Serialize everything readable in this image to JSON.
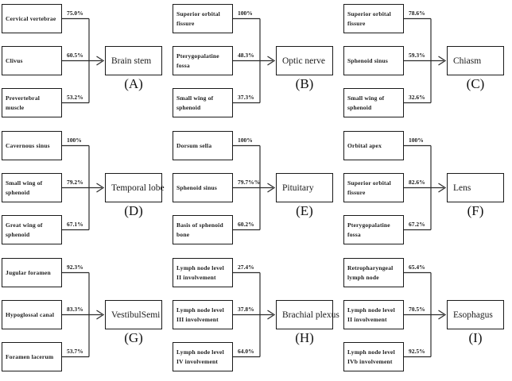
{
  "figure": {
    "description": "Nine three-to-one mapping flow panels, each linking anatomical source structures (with percentages) to a target organ-at-risk",
    "letters": [
      "(A)",
      "(B)",
      "(C)",
      "(D)",
      "(E)",
      "(F)",
      "(G)",
      "(H)",
      "(I)"
    ]
  },
  "colors": {
    "background": "#ffffff",
    "box_border": "#1a1a1a",
    "line": "#2b2b2b",
    "text": "#1a1a1a"
  },
  "panels": [
    {
      "letter": "(A)",
      "target": "Brain stem",
      "sources": [
        {
          "label": "Cervical vertebrae",
          "percent": "75.0%"
        },
        {
          "label": "Clivus",
          "percent": "60.5%"
        },
        {
          "label": "Prevertebral muscle",
          "percent": "53.2%"
        }
      ]
    },
    {
      "letter": "(B)",
      "target": "Optic nerve",
      "sources": [
        {
          "label": "Superior orbital fissure",
          "percent": "100%"
        },
        {
          "label": "Pterygopalatine fossa",
          "percent": "48.3%"
        },
        {
          "label": "Small wing of sphenoid",
          "percent": "37.3%"
        }
      ]
    },
    {
      "letter": "(C)",
      "target": "Chiasm",
      "sources": [
        {
          "label": "Superior orbital fissure",
          "percent": "78.6%"
        },
        {
          "label": "Sphenoid sinus",
          "percent": "59.3%"
        },
        {
          "label": "Small wing of sphenoid",
          "percent": "32.6%"
        }
      ]
    },
    {
      "letter": "(D)",
      "target": "Temporal lobe",
      "sources": [
        {
          "label": "Cavernous sinus",
          "percent": "100%"
        },
        {
          "label": "Small wing of sphenoid",
          "percent": "79.2%"
        },
        {
          "label": "Great wing of sphenoid",
          "percent": "67.1%"
        }
      ]
    },
    {
      "letter": "(E)",
      "target": "Pituitary",
      "sources": [
        {
          "label": "Dorsum sella",
          "percent": "100%"
        },
        {
          "label": "Sphenoid sinus",
          "percent": "79.7%%"
        },
        {
          "label": "Basis of sphenoid bone",
          "percent": "60.2%"
        }
      ]
    },
    {
      "letter": "(F)",
      "target": "Lens",
      "sources": [
        {
          "label": "Orbital apex",
          "percent": "100%"
        },
        {
          "label": "Superior orbital fissure",
          "percent": "82.6%"
        },
        {
          "label": "Pterygopalatine fossa",
          "percent": "67.2%"
        }
      ]
    },
    {
      "letter": "(G)",
      "target": "VestibulSemi",
      "sources": [
        {
          "label": "Jugular foramen",
          "percent": "92.3%"
        },
        {
          "label": "Hypoglossal canal",
          "percent": "83.3%"
        },
        {
          "label": "Foramen lacerum",
          "percent": "53.7%"
        }
      ]
    },
    {
      "letter": "(H)",
      "target": "Brachial plexus",
      "sources": [
        {
          "label": "Lymph node level II involvement",
          "percent": "27.4%"
        },
        {
          "label": "Lymph node level III involvement",
          "percent": "37.8%"
        },
        {
          "label": "Lymph node level IV involvement",
          "percent": "64.0%"
        }
      ]
    },
    {
      "letter": "(I)",
      "target": "Esophagus",
      "sources": [
        {
          "label": "Retropharyngeal lymph node",
          "percent": "65.4%"
        },
        {
          "label": "Lymph node level II involvement",
          "percent": "70.5%"
        },
        {
          "label": "Lymph node level IVb involvement",
          "percent": "92.5%"
        }
      ]
    }
  ]
}
